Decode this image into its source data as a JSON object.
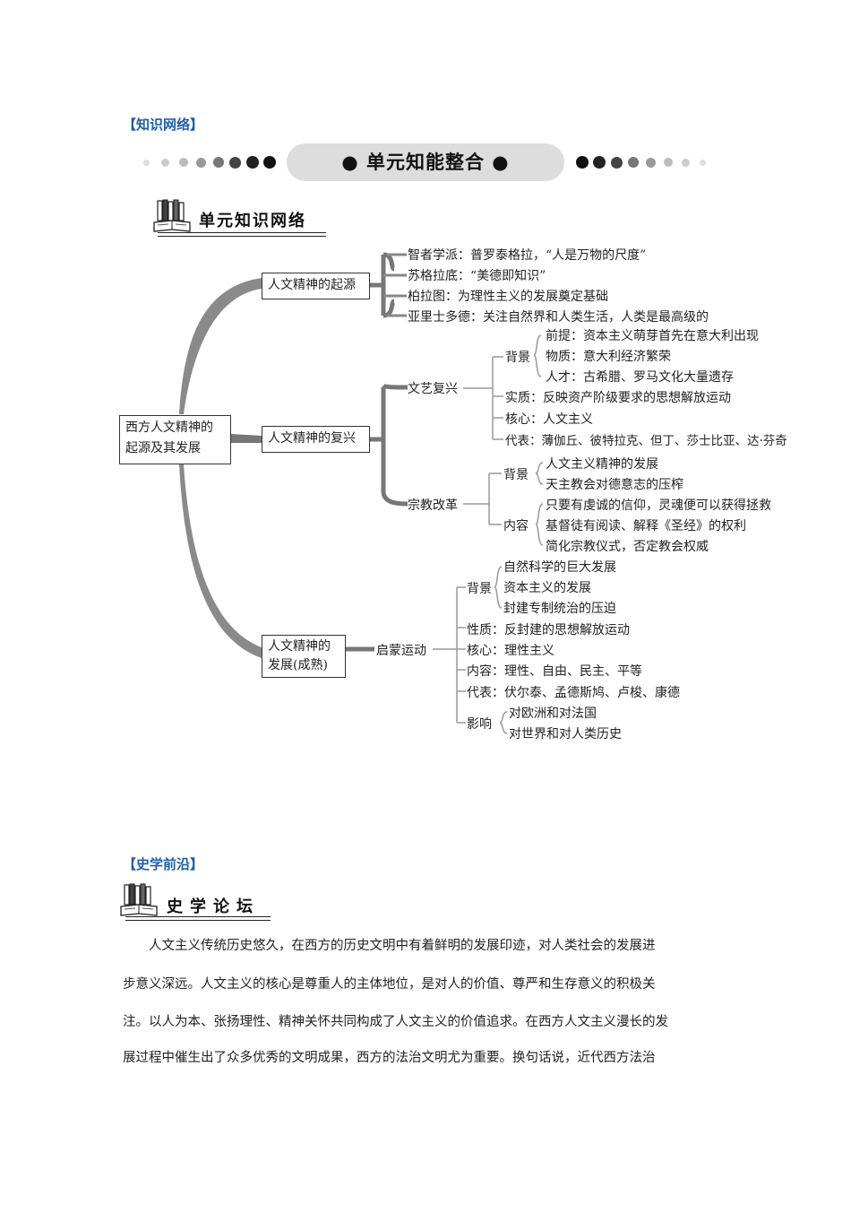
{
  "section1": {
    "label": "【知识网络】"
  },
  "banner": {
    "title": "单元知能整合"
  },
  "unit_network": {
    "heading": "单元知识网络"
  },
  "root": {
    "line1": "西方人文精神的",
    "line2": "起源及其发展"
  },
  "origin": {
    "label": "人文精神的起源",
    "items": [
      "智者学派：普罗泰格拉，“人是万物的尺度”",
      "苏格拉底：“美德即知识”",
      "柏拉图：为理性主义的发展奠定基础",
      "亚里士多德：关注自然界和人类生活，人类是最高级的"
    ]
  },
  "revival": {
    "label": "人文精神的复兴",
    "renaissance": {
      "label": "文艺复兴",
      "background_label": "背景",
      "background_items": [
        "前提：资本主义萌芽首先在意大利出现",
        "物质：意大利经济繁荣",
        "人才：古希腊、罗马文化大量遗存"
      ],
      "essence": "实质：反映资产阶级要求的思想解放运动",
      "core": "核心：人文主义",
      "reps": "代表：薄伽丘、彼特拉克、但丁、莎士比亚、达·芬奇"
    },
    "reformation": {
      "label": "宗教改革",
      "background_label": "背景",
      "background_items": [
        "人文主义精神的发展",
        "天主教会对德意志的压榨"
      ],
      "content_label": "内容",
      "content_items": [
        "只要有虔诚的信仰，灵魂便可以获得拯救",
        "基督徒有阅读、解释《圣经》的权利",
        "简化宗教仪式，否定教会权威"
      ]
    }
  },
  "maturity": {
    "line1": "人文精神的",
    "line2": "发展(成熟)",
    "enlightenment": {
      "label": "启蒙运动",
      "background_label": "背景",
      "background_items": [
        "自然科学的巨大发展",
        "资本主义的发展",
        "封建专制统治的压迫"
      ],
      "nature": "性质：反封建的思想解放运动",
      "core": "核心：理性主义",
      "content": "内容：理性、自由、民主、平等",
      "reps": "代表：伏尔泰、孟德斯鸠、卢梭、康德",
      "impact_label": "影响",
      "impact_items": [
        "对欧洲和对法国",
        "对世界和对人类历史"
      ]
    }
  },
  "section2": {
    "label": "【史学前沿】"
  },
  "forum": {
    "heading": "史学论坛"
  },
  "paragraph": {
    "lines": [
      "人文主义传统历史悠久，在西方的历史文明中有着鲜明的发展印迹，对人类社会的发展进",
      "步意义深远。人文主义的核心是尊重人的主体地位，是对人的价值、尊严和生存意义的积极关",
      "注。以人为本、张扬理性、精神关怀共同构成了人文主义的价值追求。在西方人文主义漫长的发",
      "展过程中催生出了众多优秀的文明成果，西方的法治文明尤为重要。换句话说，近代西方法治"
    ]
  }
}
